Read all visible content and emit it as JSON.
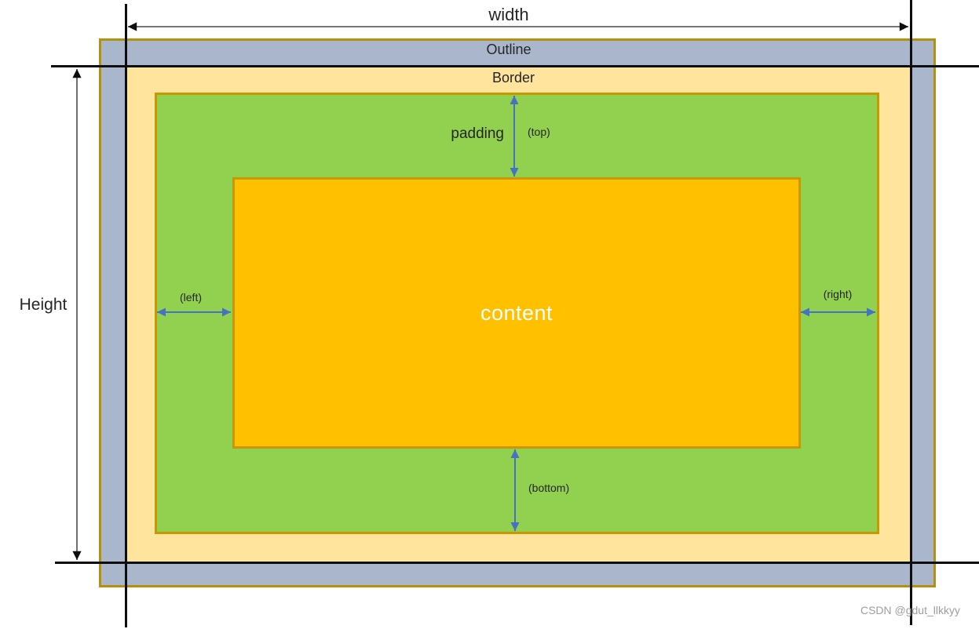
{
  "labels": {
    "width": "width",
    "height": "Height",
    "outline": "Outline",
    "border": "Border",
    "padding": "padding",
    "padding_top": "(top)",
    "padding_left": "(left)",
    "padding_right": "(right)",
    "padding_bottom": "(bottom)",
    "content": "content"
  },
  "watermark": {
    "text": "CSDN @gdut_llkkyy"
  },
  "colors": {
    "outline_fill": "#a9b6cb",
    "border_fill": "#ffe49e",
    "padding_fill": "#92d050",
    "content_fill": "#ffc000",
    "edge_outer": "#b5910b",
    "edge_inner": "#c99700",
    "dimension_line": "#0d0d0d",
    "arrow_blue": "#4472c4",
    "label_text": "#262626",
    "content_text": "#ffffff",
    "watermark_text": "#9e9e9e"
  }
}
